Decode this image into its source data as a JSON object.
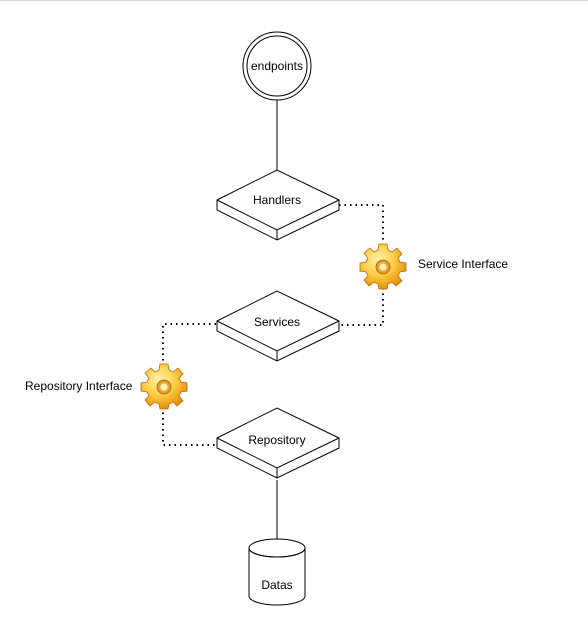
{
  "diagram": {
    "nodes": {
      "endpoints": {
        "label": "endpoints",
        "shape": "double-circle"
      },
      "handlers": {
        "label": "Handlers",
        "shape": "platform"
      },
      "services": {
        "label": "Services",
        "shape": "platform"
      },
      "repository": {
        "label": "Repository",
        "shape": "platform"
      },
      "datas": {
        "label": "Datas",
        "shape": "cylinder"
      }
    },
    "interfaces": {
      "service_interface": {
        "label": "Service Interface",
        "icon": "gear-icon"
      },
      "repository_interface": {
        "label": "Repository Interface",
        "icon": "gear-icon"
      }
    },
    "colors": {
      "stroke": "#000000",
      "gear_light": "#ffd966",
      "gear_dark": "#e69500",
      "gear_edge": "#b36b00"
    }
  }
}
